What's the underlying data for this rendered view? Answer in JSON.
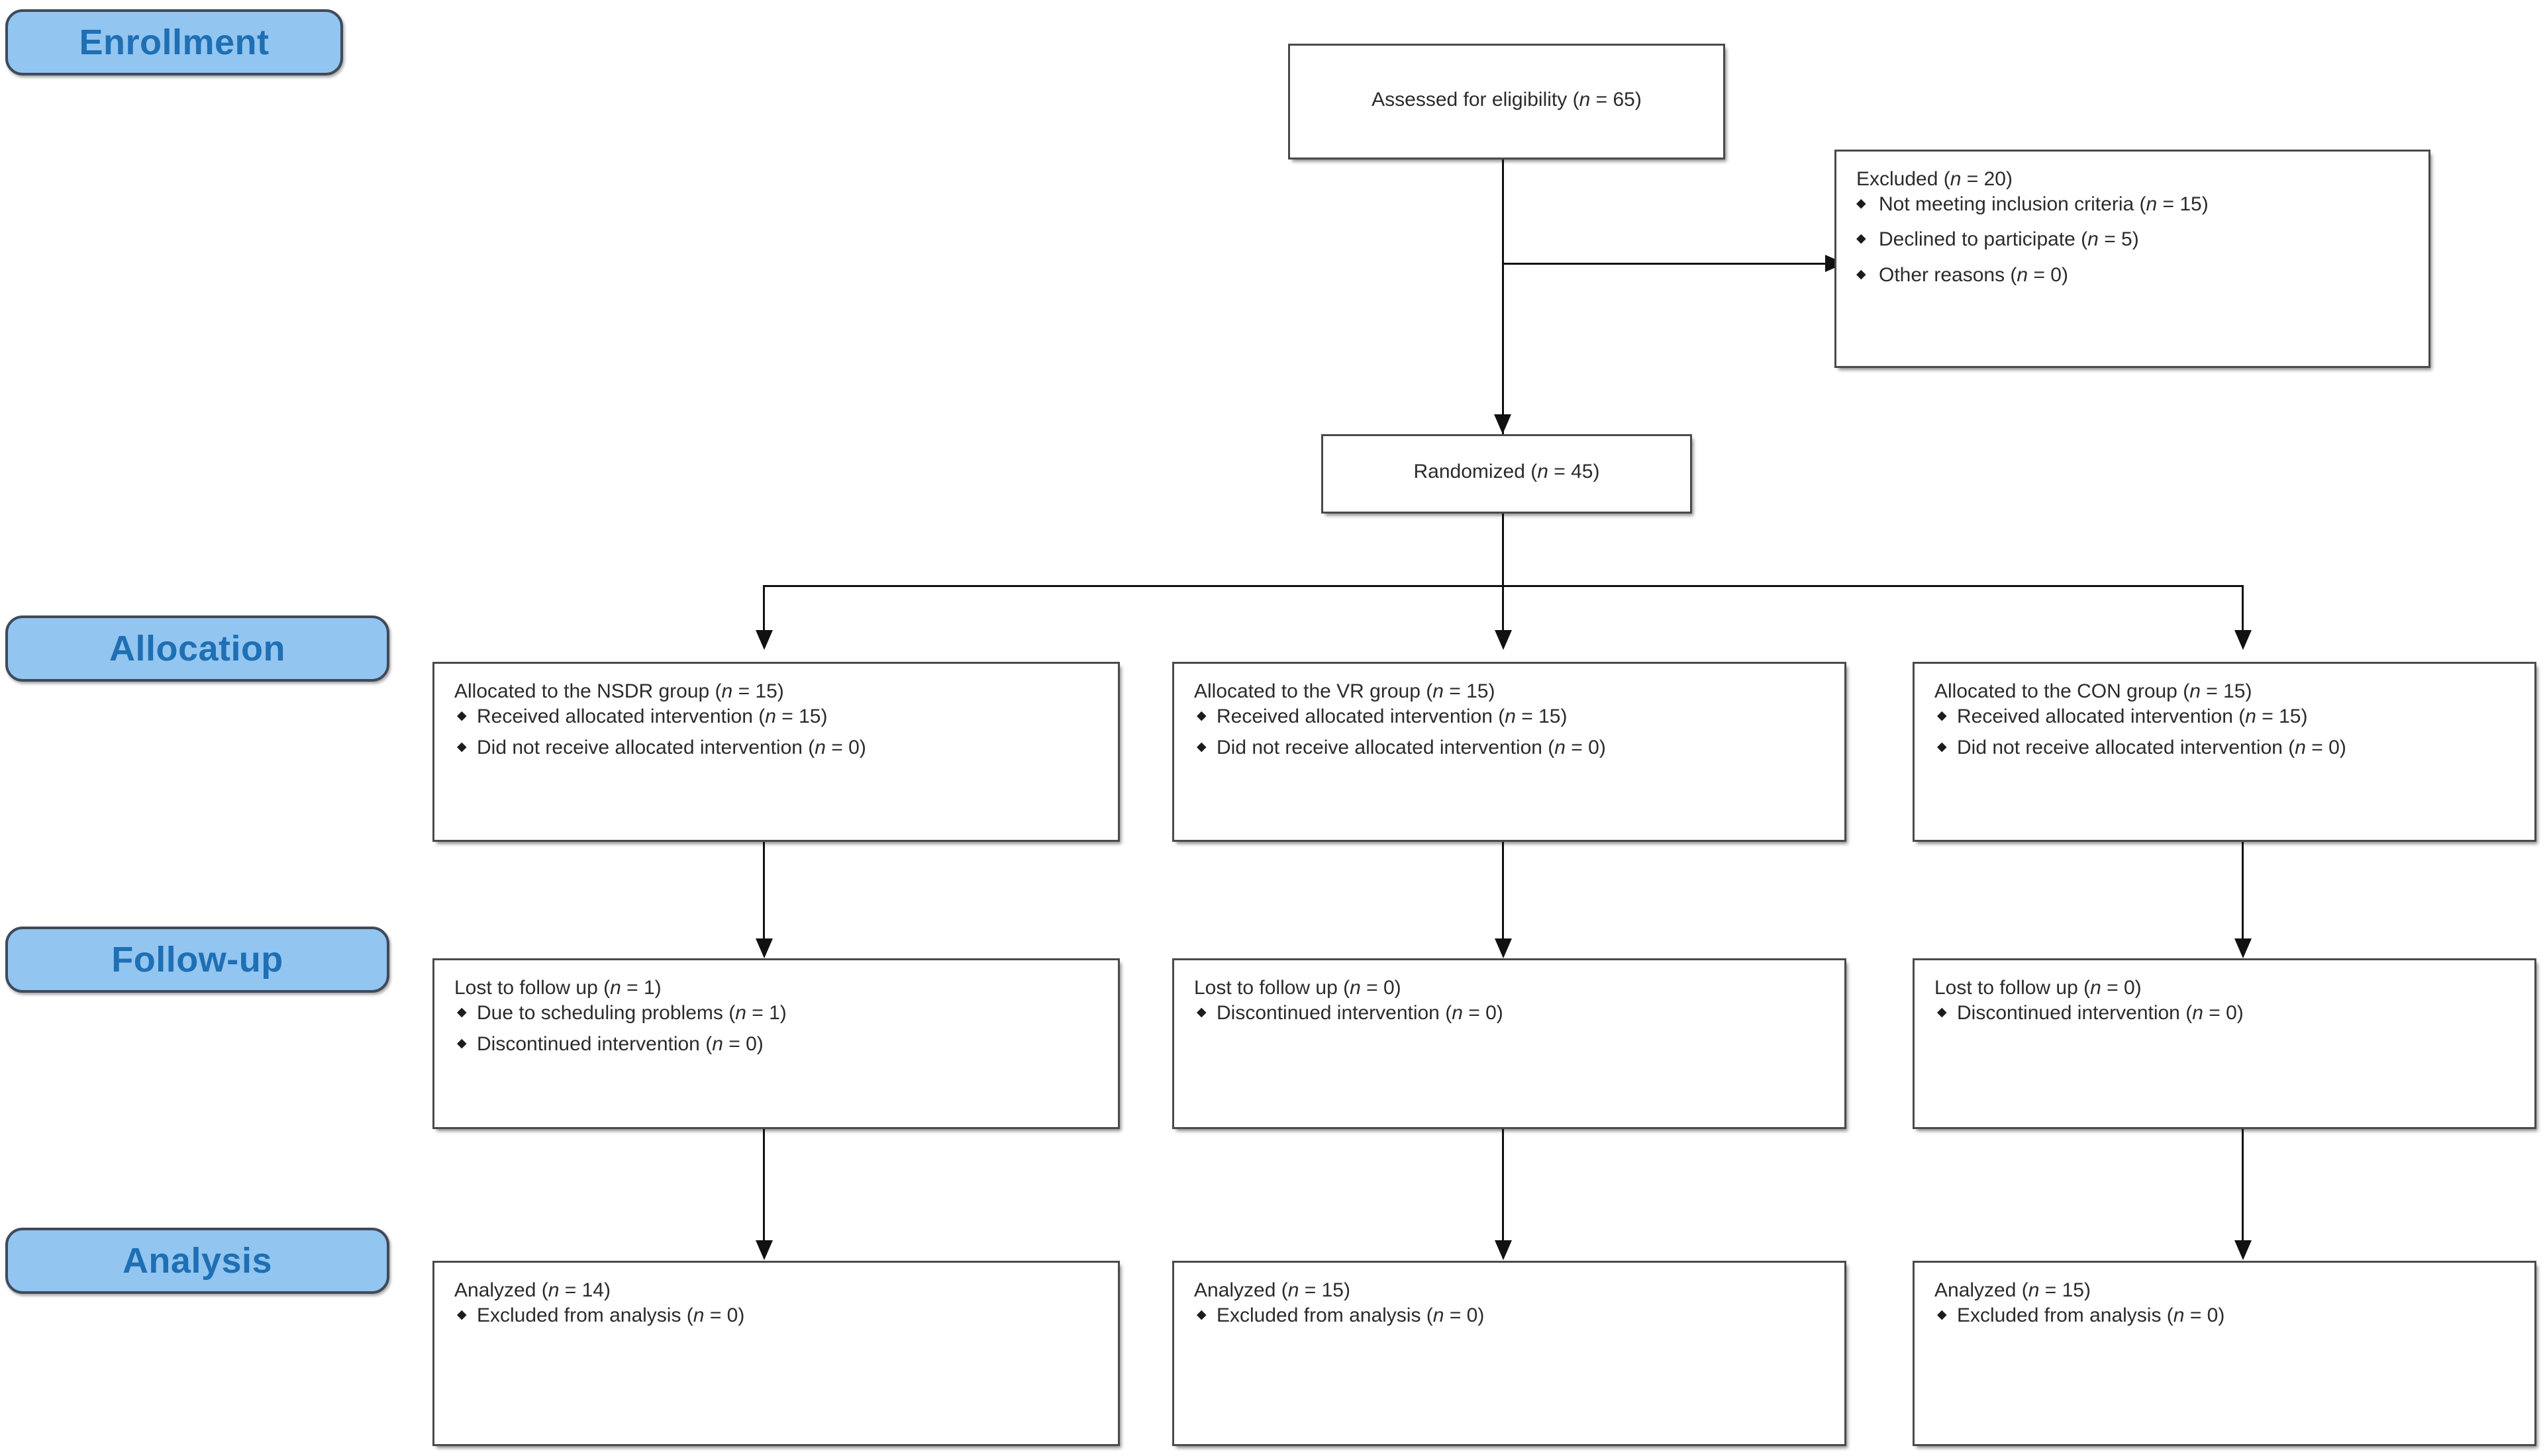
{
  "diagram": {
    "title": "CONSORT participant flow diagram",
    "accent_blue": "#92c5f0",
    "accent_blue_text": "#1f6fb4",
    "box_border": "#4a4a4a",
    "line_color": "#111111",
    "bullet_glyph": "◆"
  },
  "stages": [
    {
      "id": "enrollment",
      "label": "Enrollment"
    },
    {
      "id": "allocation",
      "label": "Allocation"
    },
    {
      "id": "followup",
      "label": "Follow-up"
    },
    {
      "id": "analysis",
      "label": "Analysis"
    }
  ],
  "nodes": {
    "assessed": {
      "headline": "Assessed for eligibility (n = 65)"
    },
    "excluded": {
      "headline": "Excluded (n = 20)",
      "bullets": [
        "Not meeting inclusion criteria (n = 15)",
        "Declined to participate (n = 5)",
        "Other reasons (n = 0)"
      ]
    },
    "randomized": {
      "headline": "Randomized (n = 45)"
    },
    "alloc_nsdr": {
      "headline": "Allocated to the NSDR group (n = 15)",
      "bullets": [
        "Received allocated intervention (n = 15)",
        "Did not receive allocated intervention (n = 0)"
      ]
    },
    "alloc_vr": {
      "headline": "Allocated to the VR group (n = 15)",
      "bullets": [
        "Received allocated intervention (n = 15)",
        "Did not receive allocated intervention (n = 0)"
      ]
    },
    "alloc_con": {
      "headline": "Allocated to the CON group (n = 15)",
      "bullets": [
        "Received allocated intervention (n = 15)",
        "Did not receive allocated intervention (n = 0)"
      ]
    },
    "follow_nsdr": {
      "headline": "Lost to follow up (n = 1)",
      "bullets": [
        "Due to scheduling problems (n = 1)",
        "Discontinued intervention (n = 0)"
      ]
    },
    "follow_vr": {
      "headline": "Lost to follow up (n = 0)",
      "bullets": [
        "Discontinued intervention (n = 0)"
      ]
    },
    "follow_con": {
      "headline": "Lost to follow up (n = 0)",
      "bullets": [
        "Discontinued intervention (n = 0)"
      ]
    },
    "analysis_nsdr": {
      "headline": "Analyzed (n = 14)",
      "bullets": [
        "Excluded from analysis (n = 0)"
      ]
    },
    "analysis_vr": {
      "headline": "Analyzed (n = 15)",
      "bullets": [
        "Excluded from analysis (n = 0)"
      ]
    },
    "analysis_con": {
      "headline": "Analyzed (n = 15)",
      "bullets": [
        "Excluded from analysis (n = 0)"
      ]
    }
  },
  "chart_data": {
    "type": "diagram",
    "flow": "CONSORT",
    "counts": {
      "assessed_for_eligibility": 65,
      "excluded_total": 20,
      "excluded_not_meeting_inclusion_criteria": 15,
      "excluded_declined_to_participate": 5,
      "excluded_other_reasons": 0,
      "randomized": 45,
      "allocated_NSDR": 15,
      "allocated_VR": 15,
      "allocated_CON": 15,
      "received_intervention_NSDR": 15,
      "received_intervention_VR": 15,
      "received_intervention_CON": 15,
      "did_not_receive_intervention_NSDR": 0,
      "did_not_receive_intervention_VR": 0,
      "did_not_receive_intervention_CON": 0,
      "lost_to_follow_up_NSDR": 1,
      "lost_to_follow_up_VR": 0,
      "lost_to_follow_up_CON": 0,
      "scheduling_problems_NSDR": 1,
      "discontinued_NSDR": 0,
      "discontinued_VR": 0,
      "discontinued_CON": 0,
      "analyzed_NSDR": 14,
      "analyzed_VR": 15,
      "analyzed_CON": 15,
      "excluded_from_analysis_NSDR": 0,
      "excluded_from_analysis_VR": 0,
      "excluded_from_analysis_CON": 0
    },
    "arms": [
      "NSDR",
      "VR",
      "CON"
    ]
  }
}
